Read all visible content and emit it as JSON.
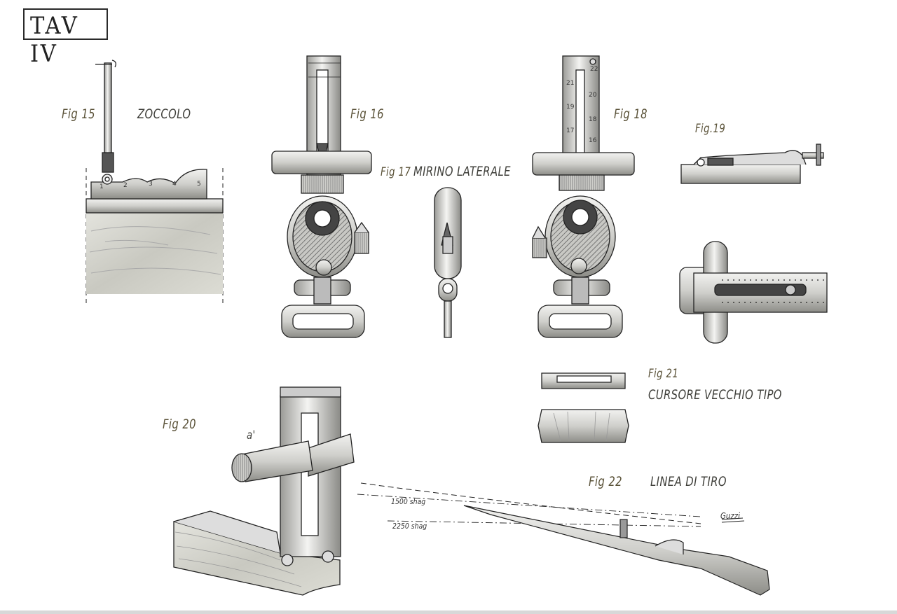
{
  "plate": {
    "title": "TAV IV"
  },
  "figures": {
    "fig15": {
      "label": "Fig 15",
      "caption": "ZOCCOLO",
      "scale_marks": [
        "1",
        "2",
        "3",
        "4",
        "5"
      ]
    },
    "fig16": {
      "label": "Fig 16"
    },
    "fig17": {
      "label": "Fig 17",
      "caption": "MIRINO LATERALE"
    },
    "fig18": {
      "label": "Fig 18",
      "scale_marks": [
        "22",
        "21",
        "20",
        "19",
        "18",
        "17",
        "16"
      ]
    },
    "fig19": {
      "label": "Fig.19"
    },
    "fig20": {
      "label": "Fig 20",
      "callout": "a'"
    },
    "fig21": {
      "label": "Fig 21",
      "caption": "CURSORE VECCHIO TIPO"
    },
    "fig22": {
      "label": "Fig 22",
      "caption": "LINEA DI TIRO",
      "ranges": [
        "1500 shag",
        "2250 shag"
      ],
      "signature": "Guzzi"
    }
  }
}
